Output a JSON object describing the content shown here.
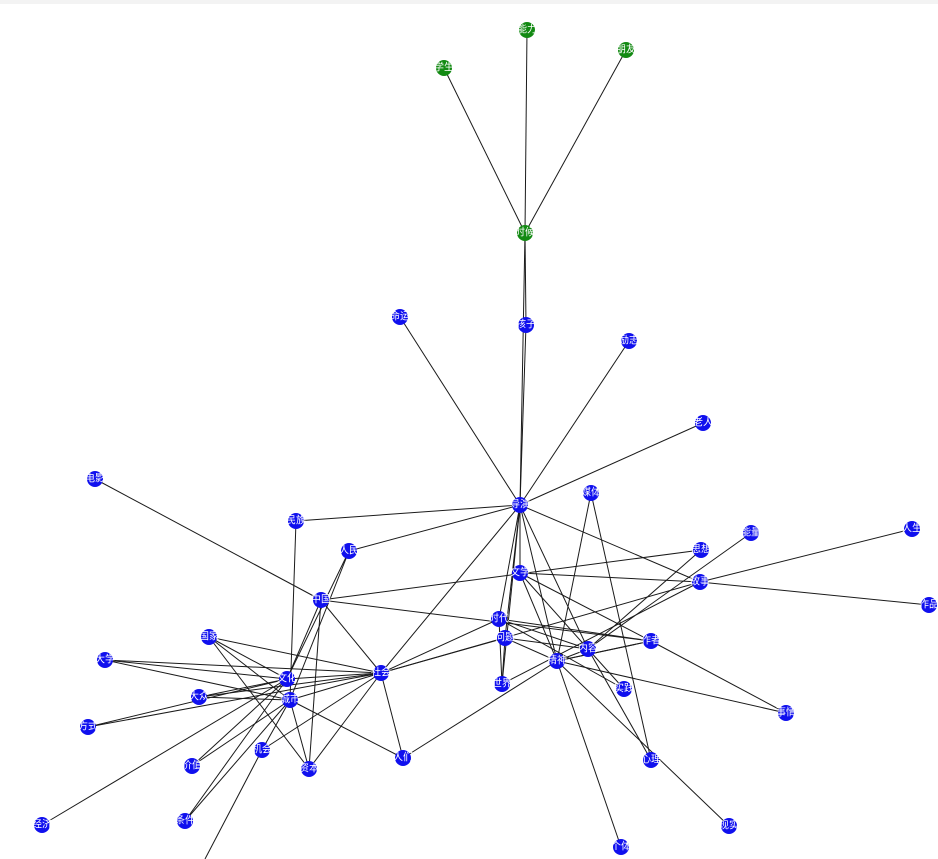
{
  "colors": {
    "blue": "#1010ee",
    "green": "#138a13",
    "edge": "#1a1a1a"
  },
  "nodes": [
    {
      "id": "n0",
      "label": "能力",
      "group": "green"
    },
    {
      "id": "n1",
      "label": "朋友",
      "group": "green"
    },
    {
      "id": "n2",
      "label": "学生",
      "group": "green"
    },
    {
      "id": "n3",
      "label": "时候",
      "group": "green"
    },
    {
      "id": "n4",
      "label": "孩子",
      "group": "blue"
    },
    {
      "id": "n5",
      "label": "命运",
      "group": "blue"
    },
    {
      "id": "n6",
      "label": "励志",
      "group": "blue"
    },
    {
      "id": "n7",
      "label": "老人",
      "group": "blue"
    },
    {
      "id": "n8",
      "label": "电影",
      "group": "blue"
    },
    {
      "id": "n9",
      "label": "导演",
      "group": "blue"
    },
    {
      "id": "n10",
      "label": "媒体",
      "group": "blue"
    },
    {
      "id": "n11",
      "label": "民族",
      "group": "blue"
    },
    {
      "id": "n12",
      "label": "人民",
      "group": "blue"
    },
    {
      "id": "n13",
      "label": "能量",
      "group": "blue"
    },
    {
      "id": "n14",
      "label": "人生",
      "group": "blue"
    },
    {
      "id": "n15",
      "label": "思想",
      "group": "blue"
    },
    {
      "id": "n16",
      "label": "文学",
      "group": "blue"
    },
    {
      "id": "n17",
      "label": "故事",
      "group": "blue"
    },
    {
      "id": "n18",
      "label": "中国",
      "group": "blue"
    },
    {
      "id": "n19",
      "label": "作品",
      "group": "blue"
    },
    {
      "id": "n20",
      "label": "时代",
      "group": "blue"
    },
    {
      "id": "n21",
      "label": "国家",
      "group": "blue"
    },
    {
      "id": "n22",
      "label": "问题",
      "group": "blue"
    },
    {
      "id": "n23",
      "label": "作者",
      "group": "blue"
    },
    {
      "id": "n24",
      "label": "大学",
      "group": "blue"
    },
    {
      "id": "n25",
      "label": "内容",
      "group": "blue"
    },
    {
      "id": "n26",
      "label": "精神",
      "group": "blue"
    },
    {
      "id": "n27",
      "label": "社会",
      "group": "blue"
    },
    {
      "id": "n28",
      "label": "文化",
      "group": "blue"
    },
    {
      "id": "n29",
      "label": "世界",
      "group": "blue"
    },
    {
      "id": "n30",
      "label": "实践",
      "group": "blue"
    },
    {
      "id": "n31",
      "label": "大众",
      "group": "blue"
    },
    {
      "id": "n32",
      "label": "城市",
      "group": "blue"
    },
    {
      "id": "n33",
      "label": "事情",
      "group": "blue"
    },
    {
      "id": "n34",
      "label": "方式",
      "group": "blue"
    },
    {
      "id": "n35",
      "label": "机会",
      "group": "blue"
    },
    {
      "id": "n36",
      "label": "人们",
      "group": "blue"
    },
    {
      "id": "n37",
      "label": "价值",
      "group": "blue"
    },
    {
      "id": "n38",
      "label": "资本",
      "group": "blue"
    },
    {
      "id": "n39",
      "label": "心理",
      "group": "blue"
    },
    {
      "id": "n40",
      "label": "经济",
      "group": "blue"
    },
    {
      "id": "n41",
      "label": "条件",
      "group": "blue"
    },
    {
      "id": "n42",
      "label": "现实",
      "group": "blue"
    },
    {
      "id": "n43",
      "label": "个体",
      "group": "blue"
    }
  ]
}
